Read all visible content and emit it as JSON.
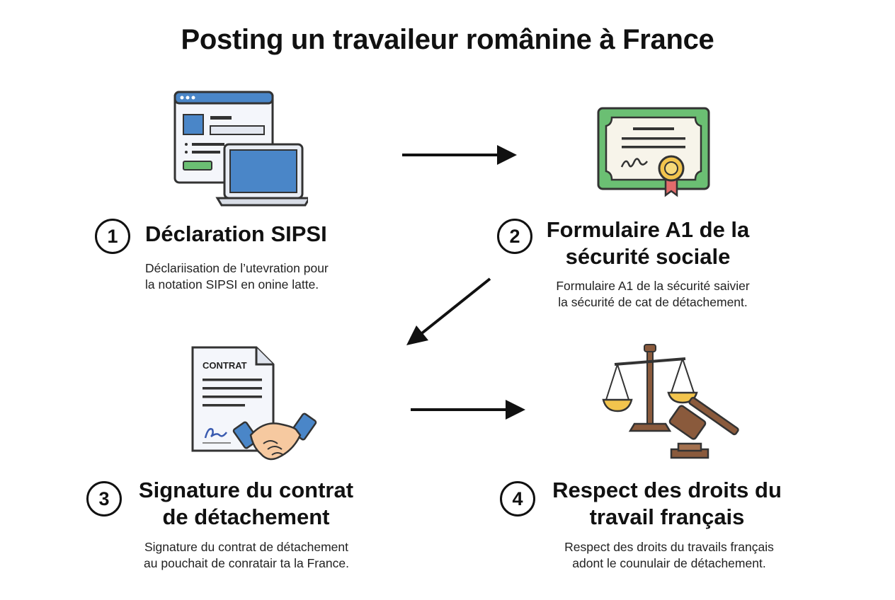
{
  "title": "Posting un travaileur românine à France",
  "steps": [
    {
      "number": "1",
      "title": "Déclaration SIPSI",
      "description_lines": [
        "Déclariisation de l’utevration pour",
        "la notation SIPSI en onine latte."
      ],
      "icon": "web-laptop-icon"
    },
    {
      "number": "2",
      "title_lines": [
        "Formulaire A1 de la",
        "sécurité sociale"
      ],
      "description_lines": [
        "Formulaire A1 de la sécurité saivier",
        "la sécurité de cat de détachement."
      ],
      "icon": "certificate-icon"
    },
    {
      "number": "3",
      "title_lines": [
        "Signature du contrat",
        "de détachement"
      ],
      "description_lines": [
        "Signature du contrat de détachement",
        "au pouchait de conratair ta la France."
      ],
      "icon": "contract-handshake-icon",
      "icon_text": "CONTRAT"
    },
    {
      "number": "4",
      "title_lines": [
        "Respect des droits du",
        "travail français"
      ],
      "description_lines": [
        "Respect des droits du travails français",
        "adont le counulair de détachement."
      ],
      "icon": "scales-gavel-icon"
    }
  ],
  "colors": {
    "text": "#111111",
    "blue": "#4a86c8",
    "green": "#6bbf73",
    "gold": "#f2c44d",
    "brown": "#8a5a3c",
    "skin": "#f6c9a0",
    "red": "#e26b6b"
  }
}
